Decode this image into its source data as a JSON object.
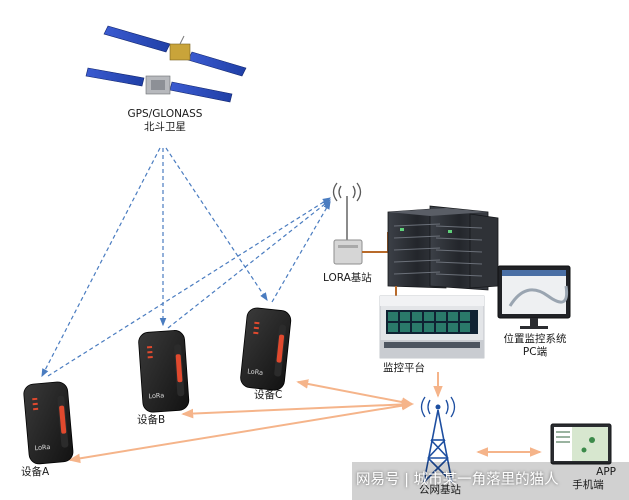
{
  "satellite": {
    "label_line1": "GPS/GLONASS",
    "label_line2": "北斗卫星"
  },
  "lora_base_station": {
    "label": "LORA基站"
  },
  "monitoring_platform": {
    "label": "监控平台"
  },
  "pc_client": {
    "label_line1": "位置监控系统",
    "label_line2": "PC端"
  },
  "public_network_base_station": {
    "label": "公网基站"
  },
  "mobile_app": {
    "label_line1": "APP",
    "label_line2": "手机端"
  },
  "devices": [
    {
      "label": "设备A",
      "badge": "LoRa"
    },
    {
      "label": "设备B",
      "badge": "LoRa"
    },
    {
      "label": "设备C",
      "badge": "LoRa"
    }
  ],
  "watermark": {
    "text": "网易号 | 城市某一角落里的猫人"
  },
  "colors": {
    "satellite_link": "#4a7cc0",
    "cellular_link": "#f5b48a",
    "wire": "#b86a2a",
    "device_body": "#1c1c1c",
    "server_body": "#2b2e33"
  }
}
